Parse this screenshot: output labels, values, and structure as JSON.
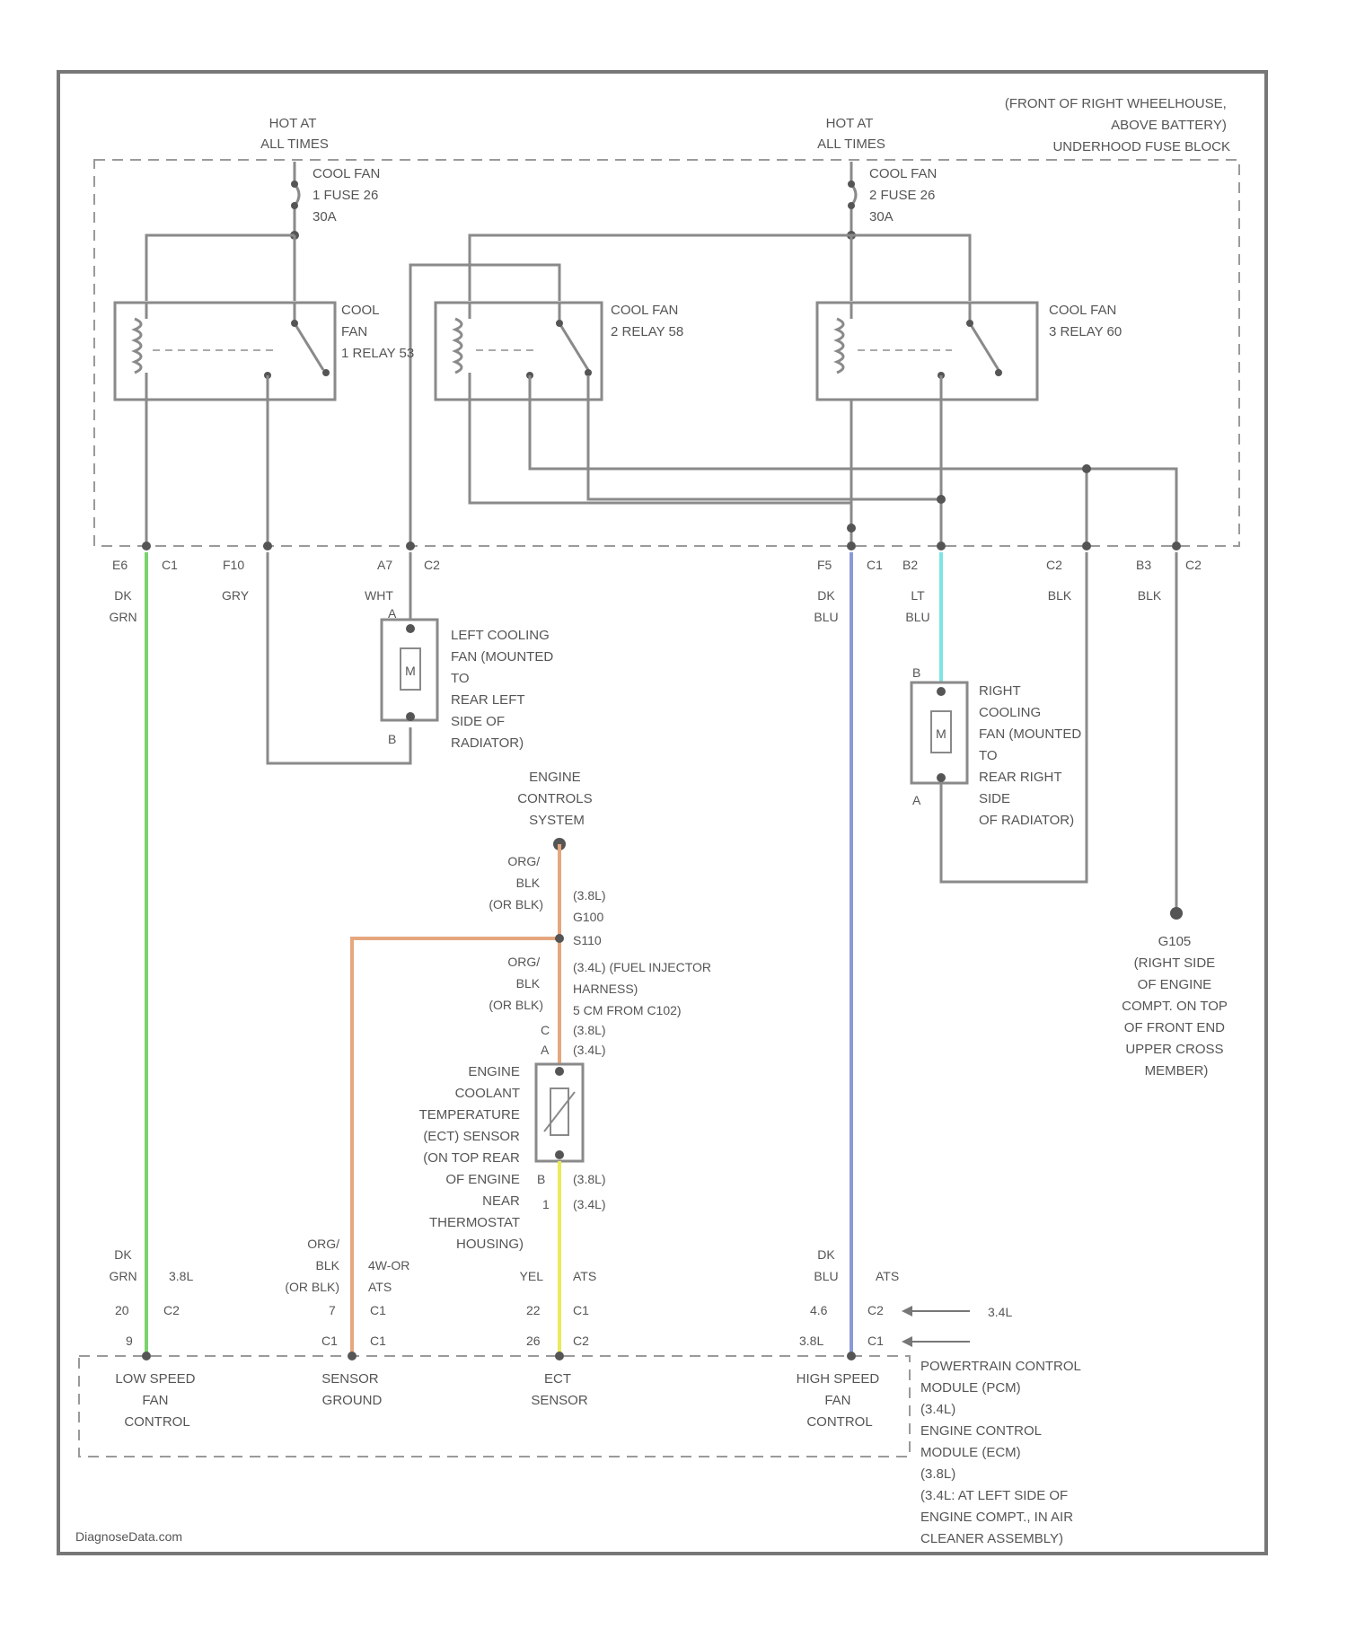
{
  "location_label": [
    "(FRONT OF RIGHT WHEELHOUSE,",
    "ABOVE BATTERY)",
    "UNDERHOOD FUSE BLOCK"
  ],
  "hot_left": [
    "HOT AT",
    "ALL TIMES"
  ],
  "hot_right": [
    "HOT AT",
    "ALL TIMES"
  ],
  "fuse1": [
    "COOL FAN",
    "1 FUSE 26",
    "30A"
  ],
  "fuse2": [
    "COOL FAN",
    "2 FUSE 26",
    "30A"
  ],
  "relay1": [
    "COOL",
    "FAN",
    "1 RELAY 53"
  ],
  "relay2": [
    "COOL FAN",
    "2 RELAY 58"
  ],
  "relay3": [
    "COOL FAN",
    "3 RELAY 60"
  ],
  "conn": {
    "c1a": [
      "E6",
      "C1"
    ],
    "c1b": [
      "F10"
    ],
    "c1c": [
      "A7",
      "C2"
    ],
    "c1d": [
      "F5",
      "C1"
    ],
    "c1e": [
      "B2"
    ],
    "c1f": [
      "C2"
    ],
    "c1g": [
      "B3",
      "C2"
    ]
  },
  "wires": {
    "w1": [
      "DK",
      "GRN"
    ],
    "w2": [
      "GRY"
    ],
    "w3": [
      "WHT"
    ],
    "w4": [
      "DK",
      "BLU"
    ],
    "w5": [
      "LT",
      "BLU"
    ],
    "w6": [
      "BLK"
    ],
    "w7": [
      "BLK"
    ]
  },
  "left_fan": [
    "LEFT COOLING",
    "FAN (MOUNTED",
    "TO",
    "REAR LEFT",
    "SIDE OF",
    "RADIATOR)"
  ],
  "left_fan_pins": [
    "A",
    "B"
  ],
  "right_fan": [
    "RIGHT",
    "COOLING",
    "FAN (MOUNTED",
    "TO",
    "REAR RIGHT",
    "SIDE",
    "OF RADIATOR)"
  ],
  "right_fan_pins": [
    "B",
    "A"
  ],
  "motor_symbol": "M",
  "engine_ctrl": [
    "ENGINE",
    "CONTROLS",
    "SYSTEM"
  ],
  "ecs_wire1": [
    "ORG/",
    "BLK",
    "(OR BLK)"
  ],
  "ecs_conn1": [
    "(3.8L)",
    "G100"
  ],
  "splice": [
    "S110"
  ],
  "ecs_wire2": [
    "ORG/",
    "BLK",
    "(OR BLK)"
  ],
  "ecs_conn2": [
    "(3.4L) (FUEL INJECTOR",
    "HARNESS)",
    "5 CM FROM C102)"
  ],
  "ect_pins_top": [
    "C",
    "(3.8L)",
    "A",
    "(3.4L)"
  ],
  "ect_label": [
    "ENGINE",
    "COOLANT",
    "TEMPERATURE",
    "(ECT) SENSOR",
    "(ON TOP REAR",
    "OF ENGINE",
    "NEAR",
    "THERMOSTAT",
    "HOUSING)"
  ],
  "ect_pins_bottom": [
    "B",
    "(3.8L)",
    "1",
    "(3.4L)"
  ],
  "ground": [
    "G105",
    "(RIGHT SIDE",
    "OF ENGINE",
    "COMPT. ON TOP",
    "OF FRONT END",
    "UPPER CROSS",
    "MEMBER)"
  ],
  "bottom_wires": {
    "b1": [
      "DK",
      "GRN"
    ],
    "b1m": [
      "3.8L"
    ],
    "b2": [
      "ORG/",
      "BLK",
      "(OR BLK)"
    ],
    "b2m": [
      "4W-OR",
      "ATS"
    ],
    "b3": [
      "YEL"
    ],
    "b3m": [
      "ATS"
    ],
    "b4": [
      "DK",
      "BLU"
    ],
    "b4m": [
      "ATS"
    ]
  },
  "bottom_pins": {
    "p1a": [
      "20",
      "C2"
    ],
    "p1b": [
      "9"
    ],
    "p2a": [
      "7",
      "C1"
    ],
    "p2b": [
      "C1",
      "C1"
    ],
    "p3a": [
      "22",
      "C1"
    ],
    "p3b": [
      "26",
      "C2"
    ],
    "p4a": [
      "4.6",
      "C2"
    ],
    "p4b": [
      "3.8L",
      "C1"
    ]
  },
  "arrow_labels": [
    "3.4L",
    ""
  ],
  "pcm_inputs": [
    [
      "LOW SPEED",
      "FAN",
      "CONTROL"
    ],
    [
      "SENSOR",
      "GROUND"
    ],
    [
      "ECT",
      "SENSOR"
    ],
    [
      "HIGH SPEED",
      "FAN",
      "CONTROL"
    ]
  ],
  "pcm_label": [
    "POWERTRAIN CONTROL",
    "MODULE (PCM)",
    "(3.4L)",
    "ENGINE CONTROL",
    "MODULE (ECM)",
    "(3.8L)",
    "(3.4L: AT LEFT SIDE OF",
    "ENGINE COMPT., IN AIR",
    "CLEANER ASSEMBLY)"
  ],
  "footer": "DiagnoseData.com",
  "colors": {
    "wire_gray": "#8a8a8a",
    "dk_grn": "#7ad36c",
    "dk_blu": "#8a9ad8",
    "lt_blu": "#7fe3e3",
    "org_blk": "#e6a77e",
    "yel": "#eaea5a"
  }
}
